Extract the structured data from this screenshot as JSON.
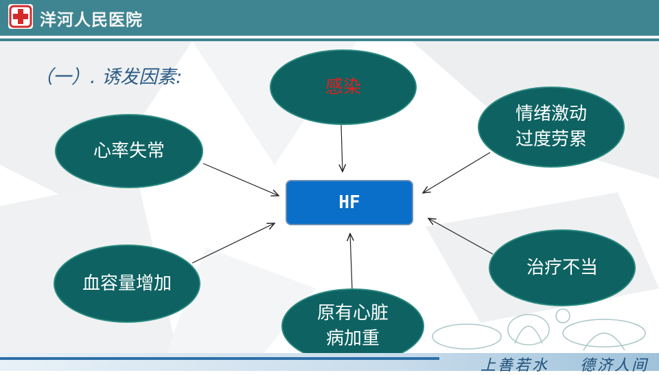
{
  "header": {
    "hospital_name": "洋河人民医院"
  },
  "section_title": "（一）. 诱发因素:",
  "center_node": {
    "label": "HF"
  },
  "factors": [
    {
      "id": "infection",
      "lines": [
        "感染"
      ],
      "color": "#e02020"
    },
    {
      "id": "arrhythmia",
      "lines": [
        "心率失常"
      ]
    },
    {
      "id": "emotion",
      "lines": [
        "情绪激动",
        "过度劳累"
      ]
    },
    {
      "id": "volume",
      "lines": [
        "血容量增加"
      ]
    },
    {
      "id": "treatment",
      "lines": [
        "治疗不当"
      ]
    },
    {
      "id": "disease",
      "lines": [
        "原有心脏",
        "病加重"
      ]
    }
  ],
  "footer": {
    "motto_left": "上善若水",
    "motto_right": "德济人间"
  },
  "colors": {
    "header": "#3f8591",
    "ellipse": "#0e6262",
    "hf_box": "#0a6fc8"
  }
}
